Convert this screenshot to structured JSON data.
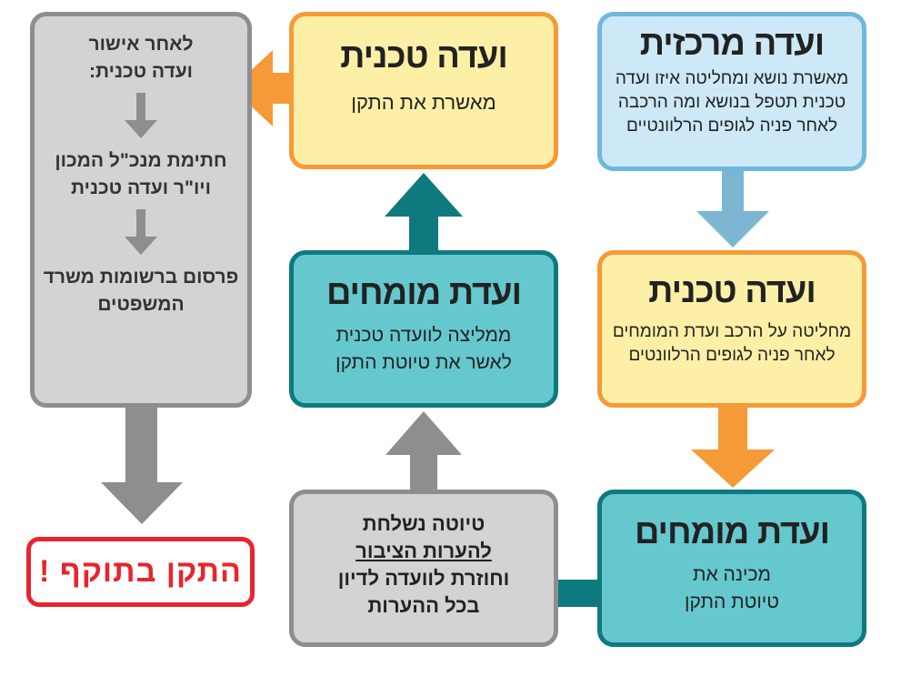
{
  "central_committee": {
    "title": "ועדה מרכזית",
    "lines": [
      "מאשרת נושא ומחליטה איזו ועדה",
      "טכנית תטפל בנושא ומה הרכבה",
      "לאחר פניה לגופים הרלוונטיים"
    ]
  },
  "technical_committee_right": {
    "title": "ועדה טכנית",
    "lines": [
      "מחליטה על הרכב ועדת המומחים",
      "לאחר פניה לגופים הרלוונטים"
    ]
  },
  "experts_committee_right": {
    "title": "ועדת מומחים",
    "lines": [
      "מכינה את",
      "טיוטת התקן"
    ]
  },
  "public_comments": {
    "lines": [
      "טיוטה נשלחת",
      "להערות הציבור",
      "וחוזרת לוועדה לדיון",
      "בכל ההערות"
    ]
  },
  "experts_committee_middle": {
    "title": "ועדת מומחים",
    "lines": [
      "ממליצה לוועדה טכנית",
      "לאשר את טיוטת התקן"
    ]
  },
  "technical_committee_top": {
    "title": "ועדה טכנית",
    "lines": [
      "מאשרת את התקן"
    ]
  },
  "left_steps": {
    "step1": [
      "לאחר אישור",
      "ועדה טכנית:"
    ],
    "step2": [
      "חתימת מנכ\"ל המכון",
      "ויו\"ר ועדה טכנית"
    ],
    "step3": [
      "פרסום ברשומות משרד",
      "המשפטים"
    ]
  },
  "result": {
    "text": "התקן בתוקף !"
  },
  "colors": {
    "blue_fill": "#cde9f8",
    "blue_border": "#6fb8dd",
    "yellow_fill": "#fdf0a6",
    "orange": "#f59a37",
    "teal_fill": "#66c8cf",
    "teal_dark": "#0e7a80",
    "gray_fill": "#d3d3d5",
    "gray_dark": "#8e8e90",
    "red": "#e8242c"
  }
}
